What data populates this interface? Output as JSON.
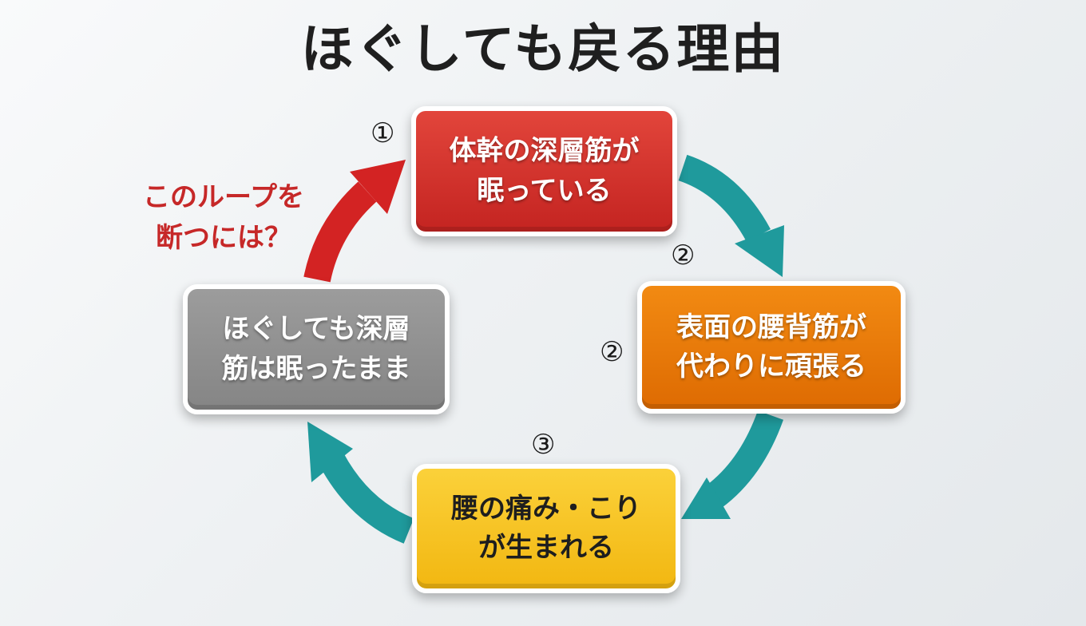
{
  "title": "ほぐしても戻る理由",
  "steps": [
    {
      "number": "①",
      "lines": [
        "体幹の深層筋が",
        "眠っている"
      ],
      "color": "#d33430"
    },
    {
      "number": "②",
      "lines": [
        "表面の腰背筋が",
        "代わりに頑張る"
      ],
      "color": "#ea7a0a"
    },
    {
      "number": "③",
      "lines": [
        "腰の痛み・こり",
        "が生まれる"
      ],
      "color": "#f7c525"
    },
    {
      "number": "",
      "lines": [
        "ほぐしても深層",
        "筋は眠ったまま"
      ],
      "color": "#8f8f8f"
    }
  ],
  "extra_number": "②",
  "loop_question": [
    "このループを",
    "断つには？"
  ],
  "colors": {
    "teal_arrow": "#1f9a9c",
    "red_arrow": "#d32323",
    "question_text": "#c62828"
  }
}
